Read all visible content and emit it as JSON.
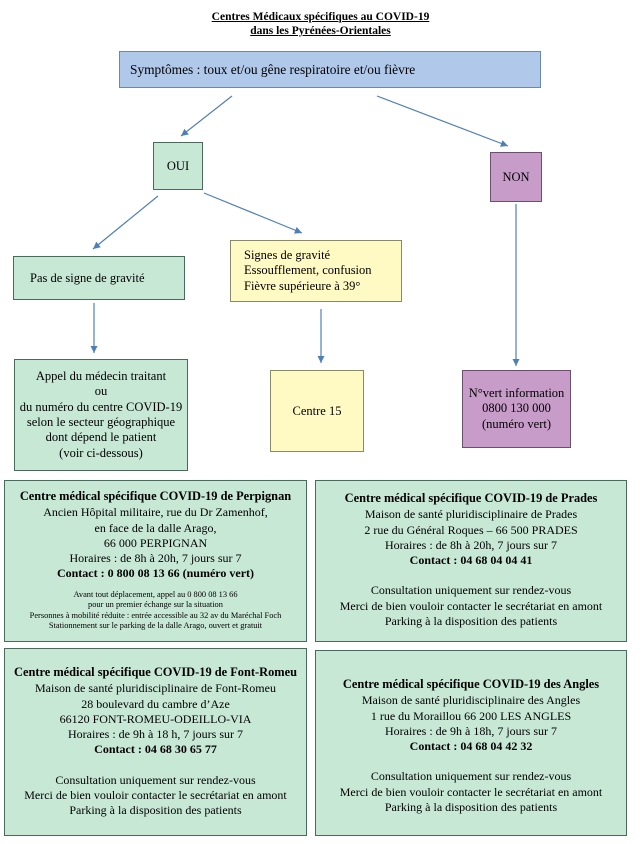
{
  "title": {
    "line1": "Centres Médicaux spécifiques au COVID-19",
    "line2": "dans les Pyrénées-Orientales"
  },
  "symptoms": "Symptômes : toux et/ou gêne respiratoire et/ou fièvre",
  "yes": "OUI",
  "no": "NON",
  "no_severity": "Pas de signe de gravité",
  "severity": {
    "line1": "Signes de gravité",
    "line2": "Essoufflement, confusion",
    "line3": "Fièvre supérieure à 39°"
  },
  "call_doctor": {
    "line1": "Appel du médecin traitant",
    "line2": "ou",
    "line3": "du numéro du centre COVID-19",
    "line4": "selon le secteur géographique",
    "line5": "dont dépend le patient",
    "line6": "(voir ci-dessous)"
  },
  "centre15": "Centre 15",
  "green_number": {
    "line1": "N°vert information",
    "line2": "0800 130 000",
    "line3": "(numéro vert)"
  },
  "centers": {
    "perpignan": {
      "title": "Centre médical spécifique COVID-19 de Perpignan",
      "l1": "Ancien Hôpital militaire, rue du Dr Zamenhof,",
      "l2": "en face de la dalle Arago,",
      "l3": "66 000 PERPIGNAN",
      "hours": "Horaires : de 8h à 20h, 7 jours sur 7",
      "contact": "Contact : 0 800 08 13 66 (numéro vert)",
      "n1": "Avant tout déplacement, appel au 0 800 08 13 66",
      "n2": "pour un premier échange sur la situation",
      "n3": "Personnes à mobilité réduite : entrée accessible au 32 av du Maréchal Foch",
      "n4": "Stationnement sur le parking de la dalle Arago, ouvert et gratuit"
    },
    "prades": {
      "title": "Centre médical spécifique COVID-19 de Prades",
      "l1": "Maison de santé pluridisciplinaire de Prades",
      "l2": "2 rue du Général Roques – 66 500 PRADES",
      "hours": "Horaires : de 8h à 20h, 7 jours sur 7",
      "contact": "Contact : 04 68 04 04 41",
      "c1": "Consultation uniquement sur rendez-vous",
      "c2": "Merci de bien vouloir contacter le secrétariat en amont",
      "c3": "Parking à la disposition des patients"
    },
    "fontromeu": {
      "title": "Centre médical spécifique COVID-19 de Font-Romeu",
      "l1": "Maison de santé pluridisciplinaire de Font-Romeu",
      "l2": "28 boulevard du cambre d’Aze",
      "l3": "66120 FONT-ROMEU-ODEILLO-VIA",
      "hours": "Horaires : de 9h à 18 h, 7 jours sur 7",
      "contact": "Contact : 04 68 30 65 77",
      "c1": "Consultation uniquement sur rendez-vous",
      "c2": "Merci de bien vouloir contacter le secrétariat en amont",
      "c3": "Parking à la disposition des patients"
    },
    "angles": {
      "title": "Centre médical spécifique COVID-19 des Angles",
      "l1": "Maison de santé pluridisciplinaire des Angles",
      "l2": "1 rue du Moraillou 66 200 LES ANGLES",
      "hours": "Horaires : de 9h à 18h, 7 jours sur 7",
      "contact": "Contact : 04 68 04 42 32",
      "c1": "Consultation uniquement sur rendez-vous",
      "c2": "Merci de bien vouloir contacter le secrétariat en amont",
      "c3": "Parking à la disposition des patients"
    }
  },
  "colors": {
    "green_box": "#c8e8d6",
    "blue_box": "#b0c8ea",
    "yellow_box": "#fff9c4",
    "purple_box": "#c79cc9",
    "arrow": "#4f7fb8"
  }
}
